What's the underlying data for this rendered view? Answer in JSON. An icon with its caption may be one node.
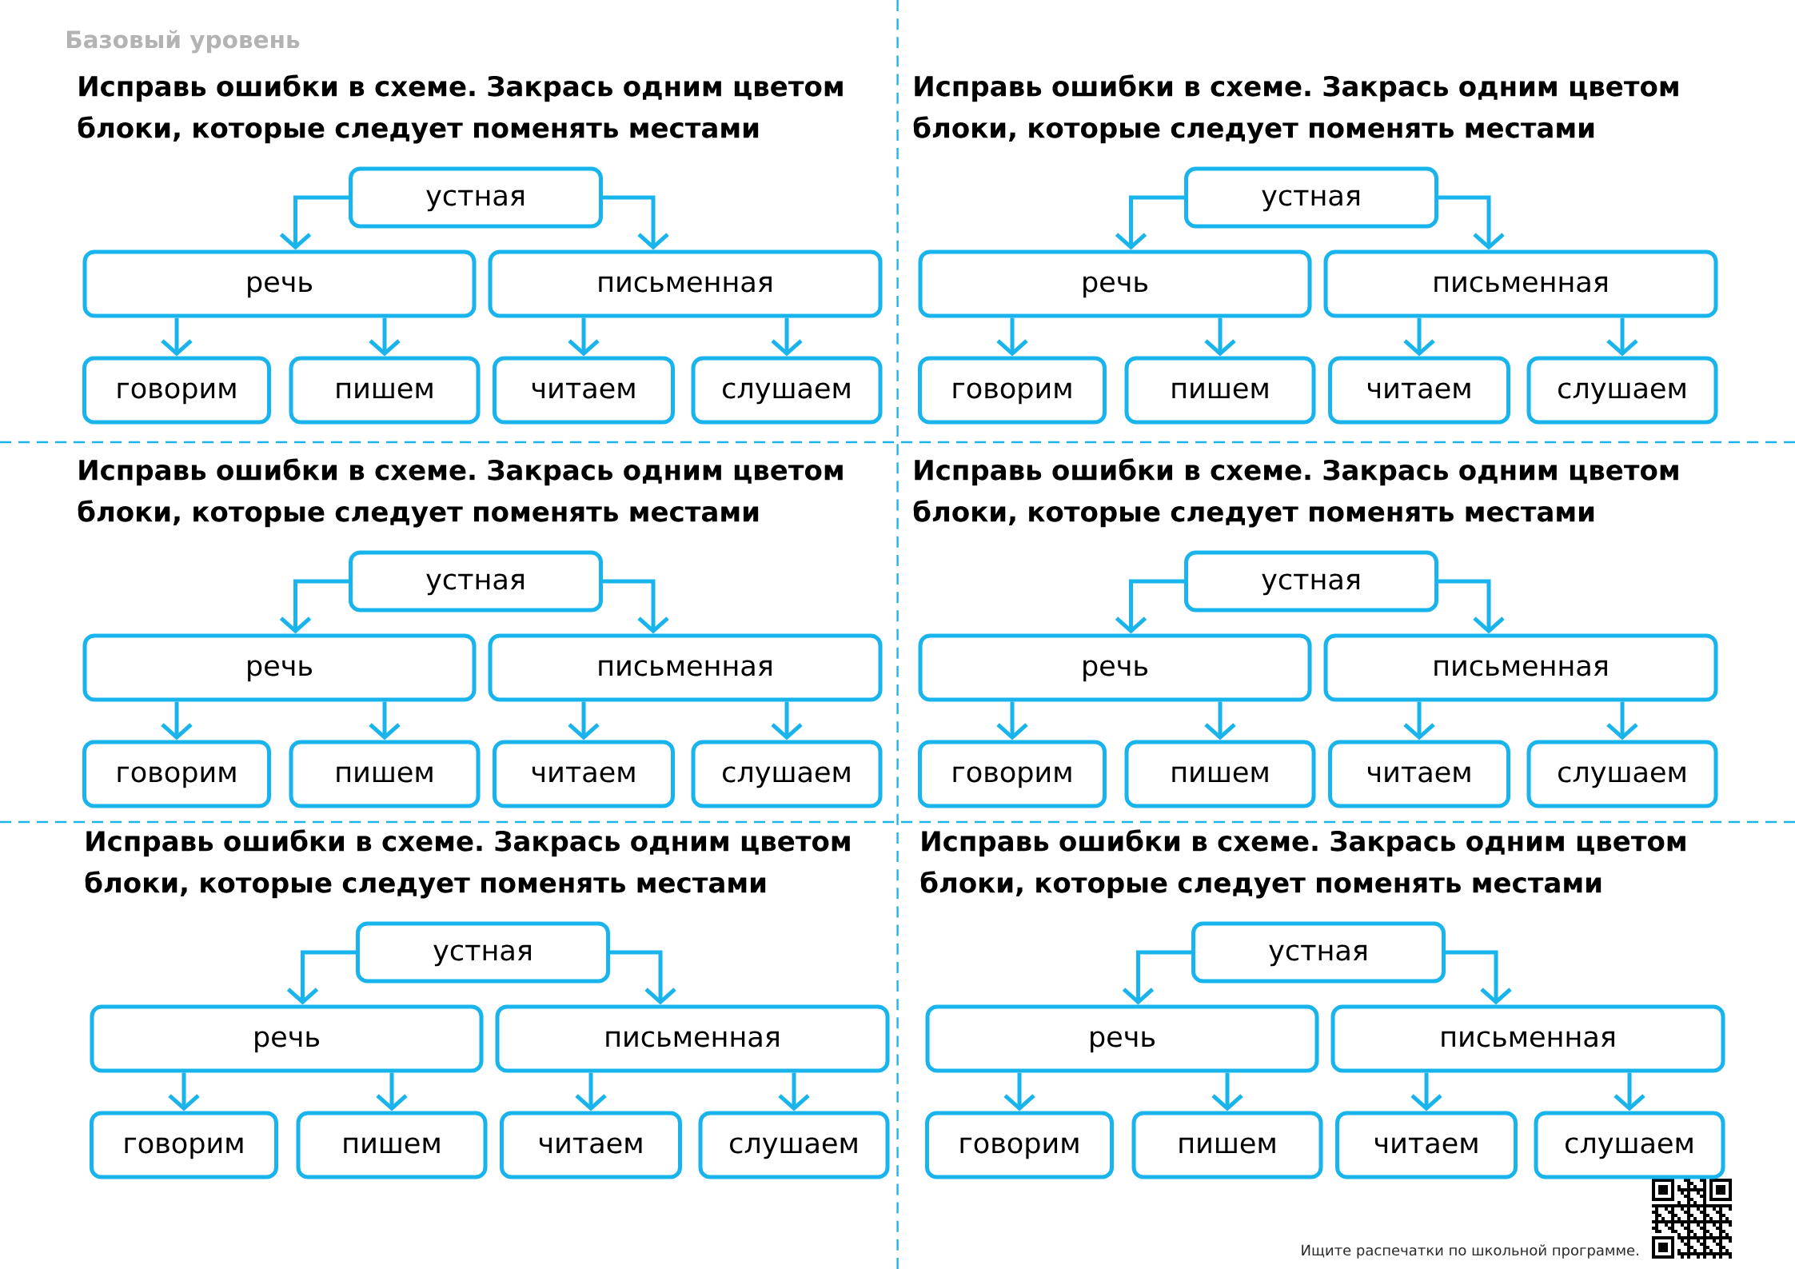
{
  "diagram": {
    "nodes": [
      {
        "text": [
          "устная"
        ]
      },
      {
        "text": [
          "речь"
        ]
      },
      {
        "text": [
          "письменная"
        ]
      },
      {
        "text": [
          "говорим"
        ]
      },
      {
        "text": [
          "пишем"
        ]
      },
      {
        "text": [
          "читаем"
        ]
      },
      {
        "text": [
          "слушаем"
        ]
      },
      {
        "text": [
          "устная"
        ]
      },
      {
        "text": [
          "речь"
        ]
      },
      {
        "text": [
          "письменная"
        ]
      },
      {
        "text": [
          "говорим"
        ]
      },
      {
        "text": [
          "пишем"
        ]
      },
      {
        "text": [
          "читаем"
        ]
      },
      {
        "text": [
          "слушаем"
        ]
      },
      {
        "text": [
          "устная"
        ]
      },
      {
        "text": [
          "речь"
        ]
      },
      {
        "text": [
          "письменная"
        ]
      },
      {
        "text": [
          "говорим"
        ]
      },
      {
        "text": [
          "пишем"
        ]
      },
      {
        "text": [
          "читаем"
        ]
      },
      {
        "text": [
          "слушаем"
        ]
      },
      {
        "text": [
          "устная"
        ]
      },
      {
        "text": [
          "речь"
        ]
      },
      {
        "text": [
          "письменная"
        ]
      },
      {
        "text": [
          "говорим"
        ]
      },
      {
        "text": [
          "пишем"
        ]
      },
      {
        "text": [
          "читаем"
        ]
      },
      {
        "text": [
          "слушаем"
        ]
      },
      {
        "text": [
          "устная"
        ]
      },
      {
        "text": [
          "речь"
        ]
      },
      {
        "text": [
          "письменная"
        ]
      },
      {
        "text": [
          "говорим"
        ]
      },
      {
        "text": [
          "пишем"
        ]
      },
      {
        "text": [
          "читаем"
        ]
      },
      {
        "text": [
          "слушаем"
        ]
      },
      {
        "text": [
          "устная"
        ]
      },
      {
        "text": [
          "речь"
        ]
      },
      {
        "text": [
          "письменная"
        ]
      },
      {
        "text": [
          "говорим"
        ]
      },
      {
        "text": [
          "пишем"
        ]
      },
      {
        "text": [
          "читаем"
        ]
      },
      {
        "text": [
          "слушаем"
        ]
      }
    ],
    "edges": [
      {
        "from": 0,
        "to": 1,
        "arrow": "to"
      },
      {
        "from": 0,
        "to": 2,
        "arrow": "to"
      },
      {
        "from": 1,
        "to": 3,
        "arrow": "to"
      },
      {
        "from": 1,
        "to": 4,
        "arrow": "to"
      },
      {
        "from": 2,
        "to": 5,
        "arrow": "to"
      },
      {
        "from": 2,
        "to": 6,
        "arrow": "to"
      },
      {
        "from": 7,
        "to": 8,
        "arrow": "to"
      },
      {
        "from": 7,
        "to": 9,
        "arrow": "to"
      },
      {
        "from": 8,
        "to": 10,
        "arrow": "to"
      },
      {
        "from": 8,
        "to": 11,
        "arrow": "to"
      },
      {
        "from": 9,
        "to": 12,
        "arrow": "to"
      },
      {
        "from": 9,
        "to": 13,
        "arrow": "to"
      },
      {
        "from": 14,
        "to": 15,
        "arrow": "to"
      },
      {
        "from": 14,
        "to": 16,
        "arrow": "to"
      },
      {
        "from": 15,
        "to": 17,
        "arrow": "to"
      },
      {
        "from": 15,
        "to": 18,
        "arrow": "to"
      },
      {
        "from": 16,
        "to": 19,
        "arrow": "to"
      },
      {
        "from": 16,
        "to": 20,
        "arrow": "to"
      },
      {
        "from": 21,
        "to": 22,
        "arrow": "to"
      },
      {
        "from": 21,
        "to": 23,
        "arrow": "to"
      },
      {
        "from": 22,
        "to": 24,
        "arrow": "to"
      },
      {
        "from": 22,
        "to": 25,
        "arrow": "to"
      },
      {
        "from": 23,
        "to": 26,
        "arrow": "to"
      },
      {
        "from": 23,
        "to": 27,
        "arrow": "to"
      },
      {
        "from": 28,
        "to": 29,
        "arrow": "to"
      },
      {
        "from": 28,
        "to": 30,
        "arrow": "to"
      },
      {
        "from": 29,
        "to": 31,
        "arrow": "to"
      },
      {
        "from": 29,
        "to": 32,
        "arrow": "to"
      },
      {
        "from": 30,
        "to": 33,
        "arrow": "to"
      },
      {
        "from": 30,
        "to": 34,
        "arrow": "to"
      },
      {
        "from": 35,
        "to": 36,
        "arrow": "to"
      },
      {
        "from": 35,
        "to": 37,
        "arrow": "to"
      },
      {
        "from": 36,
        "to": 38,
        "arrow": "to"
      },
      {
        "from": 36,
        "to": 39,
        "arrow": "to"
      },
      {
        "from": 37,
        "to": 40,
        "arrow": "to"
      },
      {
        "from": 37,
        "to": 41,
        "arrow": "to"
      }
    ],
    "labels": [
      "Базовый уровень",
      "Исправь ошибки в схеме. Закрась одним цветом блоки, которые следует поменять местами",
      "Исправь ошибки в схеме. Закрась одним цветом блоки, которые следует поменять местами",
      "Исправь ошибки в схеме. Закрась одним цветом блоки, которые следует поменять местами",
      "Исправь ошибки в схеме. Закрась одним цветом блоки, которые следует поменять местами",
      "Исправь ошибки в схеме. Закрась одним цветом блоки, которые следует поменять местами",
      "Исправь ошибки в схеме. Закрась одним цветом блоки, которые следует поменять местами",
      "Ищите распечатки по школьной программе."
    ]
  }
}
